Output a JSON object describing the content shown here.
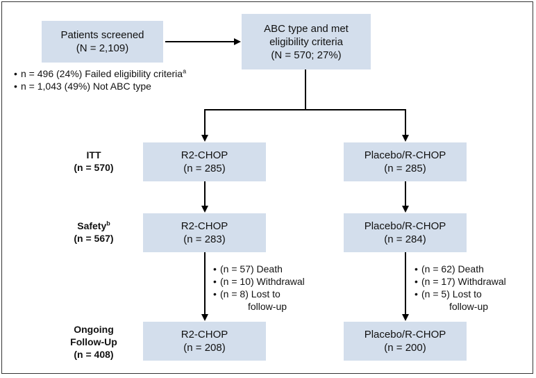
{
  "screened": {
    "title": "Patients screened",
    "count": "(N = 2,109)"
  },
  "eligible": {
    "line1": "ABC type and met",
    "line2": "eligibility criteria",
    "count": "(N = 570; 27%)"
  },
  "exclusions": [
    {
      "text": "n = 496 (24%) Failed eligibility criteria",
      "sup": "a"
    },
    {
      "text": "n = 1,043 (49%) Not ABC type",
      "sup": ""
    }
  ],
  "stages": [
    {
      "name": "ITT",
      "sup": "",
      "count": "(n = 570)"
    },
    {
      "name": "Safety",
      "sup": "b",
      "count": "(n = 567)"
    },
    {
      "name_line1": "Ongoing",
      "name_line2": "Follow-Up",
      "count": "(n = 408)"
    }
  ],
  "arms": [
    {
      "name": "R2-CHOP",
      "itt": "(n = 285)",
      "safety": "(n = 283)",
      "followup": "(n = 208)",
      "reasons": [
        "(n = 57) Death",
        "(n = 10) Withdrawal",
        "(n = 8) Lost to",
        "follow-up"
      ]
    },
    {
      "name": "Placebo/R-CHOP",
      "itt": "(n = 285)",
      "safety": "(n = 284)",
      "followup": "(n = 200)",
      "reasons": [
        "(n = 62) Death",
        "(n = 17) Withdrawal",
        "(n = 5) Lost to",
        "follow-up"
      ]
    }
  ],
  "colors": {
    "box_fill": "#d3deec",
    "arrow": "#000000",
    "frame": "#333333"
  }
}
